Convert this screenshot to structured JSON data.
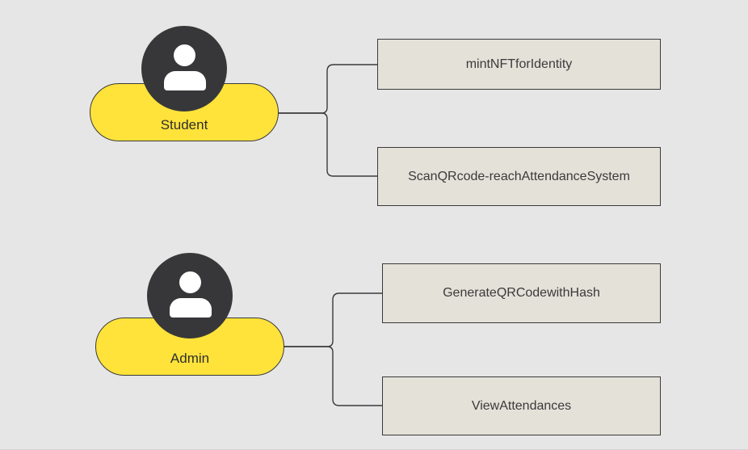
{
  "colors": {
    "background": "#e6e6e6",
    "actor_fill": "#ffe33a",
    "actor_avatar": "#37373a",
    "usecase_fill": "#e4e1d9",
    "line": "#3a3a3a"
  },
  "actors": [
    {
      "label": "Student",
      "icon": "user-icon",
      "usecases": [
        "mintNFTforIdentity",
        "ScanQRcode-reachAttendanceSystem"
      ]
    },
    {
      "label": "Admin",
      "icon": "user-icon",
      "usecases": [
        "GenerateQRCodewithHash",
        "ViewAttendances"
      ]
    }
  ]
}
